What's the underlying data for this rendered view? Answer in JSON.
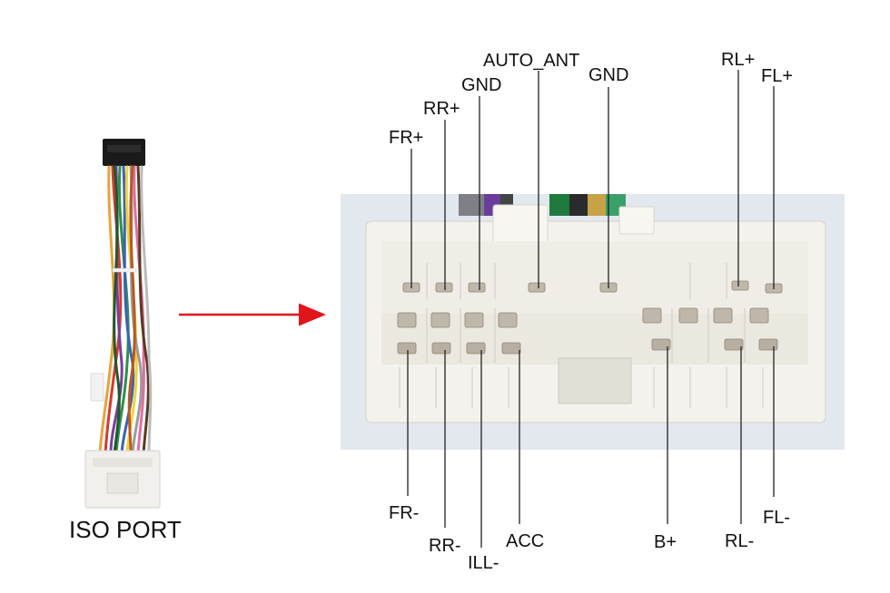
{
  "iso_label": "ISO PORT",
  "top_pins": {
    "fr_plus": "FR+",
    "rr_plus": "RR+",
    "gnd_1": "GND",
    "auto_ant": "AUTO_ANT",
    "gnd_2": "GND",
    "rl_plus": "RL+",
    "fl_plus": "FL+"
  },
  "bottom_pins": {
    "fr_minus": "FR-",
    "rr_minus": "RR-",
    "ill_minus": "ILL-",
    "acc": "ACC",
    "b_plus": "B+",
    "rl_minus": "RL-",
    "fl_minus": "FL-"
  },
  "colors": {
    "arrow": "#e0141b",
    "connector_body": "#f4f2ec",
    "photo_background": "#e3e8ee"
  }
}
